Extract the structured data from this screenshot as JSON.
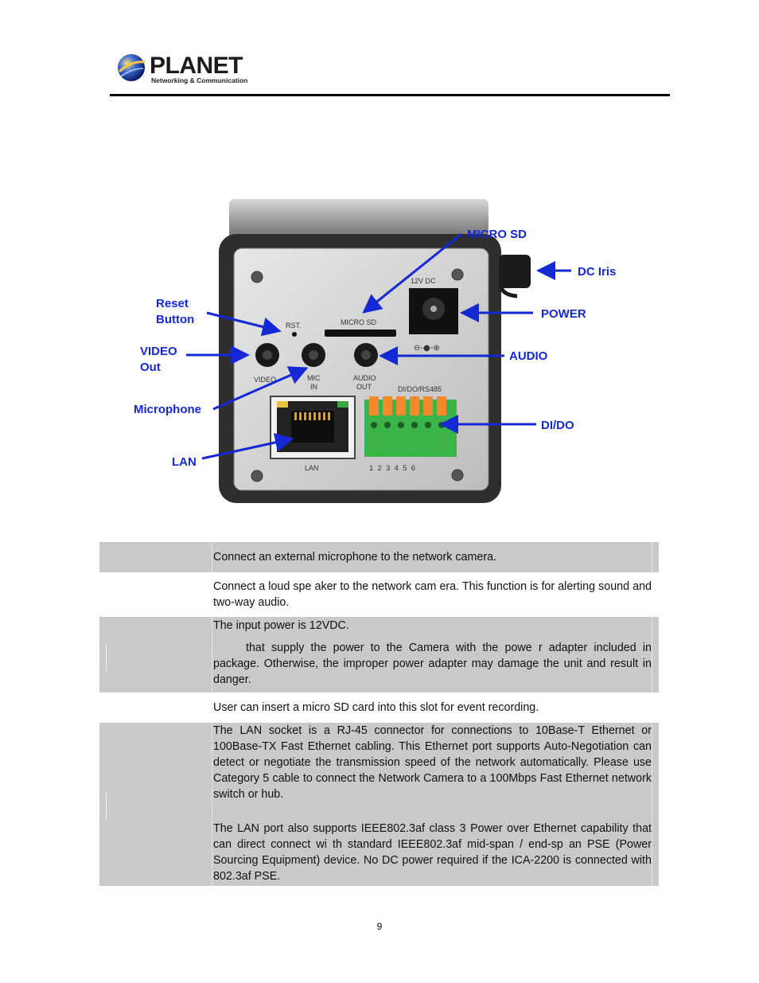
{
  "header": {
    "brand": "PLANET",
    "tagline": "Networking & Communication"
  },
  "figure": {
    "callouts": {
      "micro_sd": "MICRO SD",
      "dc_iris": "DC Iris",
      "reset_button_1": "Reset",
      "reset_button_2": "Button",
      "power": "POWER",
      "video_out_1": "VIDEO",
      "video_out_2": "Out",
      "audio": "AUDIO",
      "microphone": "Microphone",
      "dido": "DI/DO",
      "lan": "LAN"
    },
    "panel_labels": {
      "dc12v": "12V DC",
      "rst": "RST.",
      "micro_sd": "MICRO SD",
      "video": "VIDEO",
      "mic_1": "MIC",
      "mic_2": "IN",
      "audio_1": "AUDIO",
      "audio_2": "OUT",
      "dido_rs485": "DI/DO/RS485",
      "lan": "LAN",
      "pins": "1  2  3  4  5  6"
    },
    "colors": {
      "callout": "#1428d4",
      "terminal": "#3bb54a",
      "terminal_tab": "#f08a2c"
    }
  },
  "table": {
    "rows": [
      {
        "shaded": true,
        "lines": [
          "Connect an external microphone to the network camera."
        ]
      },
      {
        "shaded": false,
        "lines": [
          "Connect  a loud spe aker  to the network cam  era.  This  function  is for alerting sound and two-way audio."
        ]
      },
      {
        "shaded": true,
        "lines": [
          "The input power is 12VDC.",
          "that supply the power to the Camera with the powe   r adapter included in package.  Otherwise, the  improper  power  adapter  may  damage  the unit and result in danger."
        ]
      },
      {
        "shaded": false,
        "lines": [
          "User can insert a micro SD card into this slot for event recording."
        ]
      },
      {
        "shaded": true,
        "lines": [
          "The LAN socket is a RJ-45 connector for connections to 10Base-T Ethernet or 100Base-TX    Fast Ethernet      cabling.   This   Ethernet   port   supports Auto-Negotiation can detect or negotiate the transmission speed of the network automatically. Please use Category 5 cable to connect the Network Camera to a 100Mbps Fast Ethernet network switch or hub.",
          "The LAN port also supports IEEE802.3af class 3 Power over Ethernet capability that  can direct connect wi  th  standard  IEEE802.3af  mid-span  / end-sp an  PSE (Power Sourcing Equipment) device. No  DC power required if the  ICA-2200 is connected with 802.3af PSE."
        ]
      }
    ]
  },
  "footer": {
    "page_number": "9"
  }
}
